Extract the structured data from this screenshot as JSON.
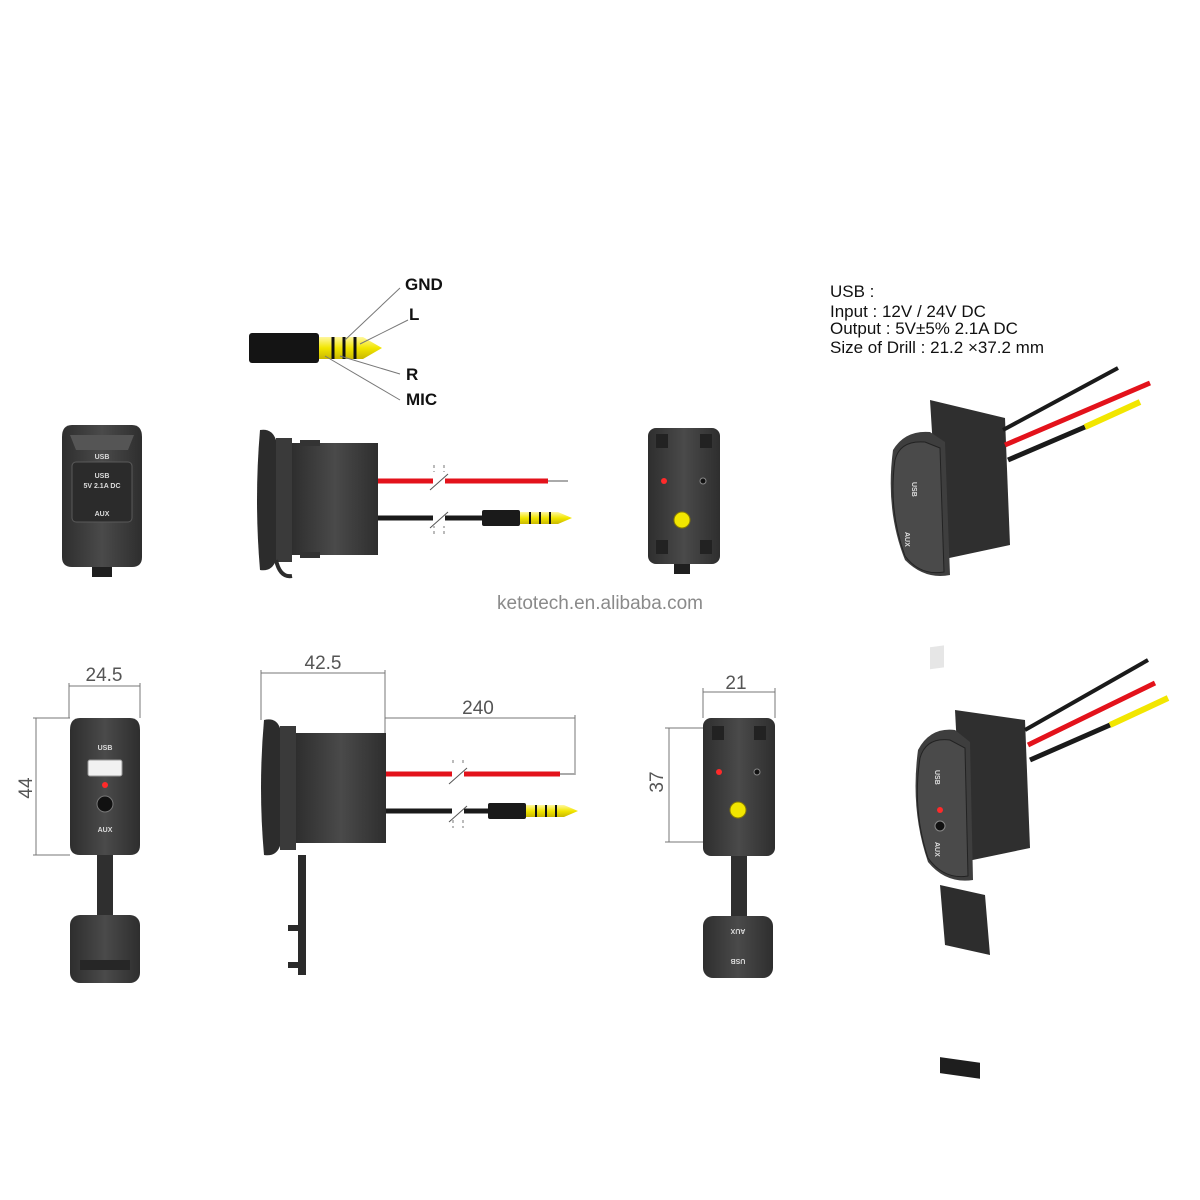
{
  "pin_labels": {
    "gnd": "GND",
    "l": "L",
    "r": "R",
    "mic": "MIC"
  },
  "specs": {
    "heading": "USB :",
    "input": "Input : 12V / 24V DC",
    "output": "Output : 5V±5%  2.1A DC",
    "drill": "Size of Drill : 21.2 ×37.2 mm"
  },
  "dimensions": {
    "width": "24.5",
    "height": "44",
    "depth": "42.5",
    "cable": "240",
    "rear_width": "21",
    "rear_height": "37"
  },
  "panel_text": {
    "usb": "USB",
    "rating": "5V 2.1A DC",
    "aux": "AUX"
  },
  "watermark": "ketotech.en.alibaba.com",
  "colors": {
    "body": "#3b3b3b",
    "red_wire": "#e3121b",
    "black_wire": "#1a1a1a",
    "plug_yellow": "#f2e600",
    "led_red": "#ff2a2a"
  }
}
